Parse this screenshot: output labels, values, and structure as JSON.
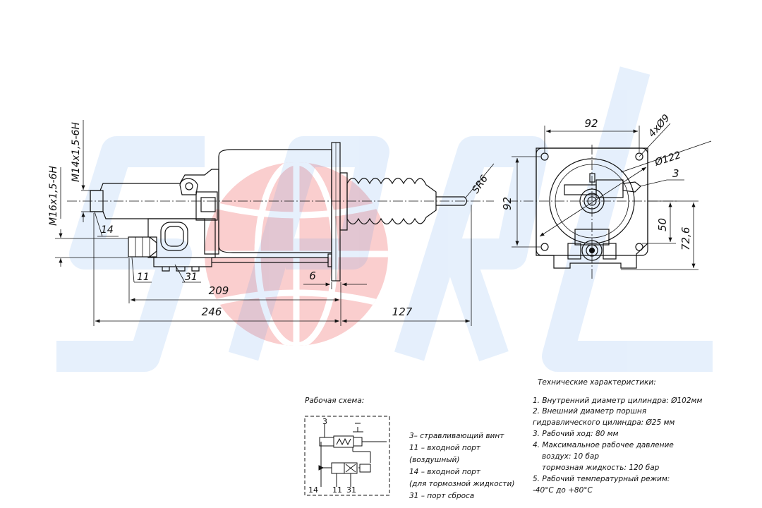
{
  "watermark": {
    "letters": [
      "S",
      "P",
      "R",
      "L"
    ],
    "blue": "#1e78e6",
    "red": "#e83030"
  },
  "side_view": {
    "thread_labels": [
      "M16x1,5-6H",
      "M14x1,5-6H"
    ],
    "port_labels": [
      "14",
      "11",
      "31"
    ],
    "dims": {
      "d209": "209",
      "d246": "246",
      "d127": "127",
      "d6": "6",
      "sr6": "SR6"
    }
  },
  "front_view": {
    "dims": {
      "top92": "92",
      "left92": "92",
      "hole": "4xØ9",
      "dia122": "Ø122",
      "d50": "50",
      "d72": "72,6",
      "port3": "3"
    }
  },
  "schema": {
    "title": "Рабочая схема:",
    "labels": [
      "3",
      "14",
      "11",
      "31"
    ],
    "legend": [
      "3– стравливающий винт",
      "11 – входной порт",
      "(воздушный)",
      "14 – входной порт",
      "(для тормозной жидкости)",
      "31 – порт сброса"
    ]
  },
  "specs": {
    "title": "Технические характеристики:",
    "lines": [
      "1. Внутренний диаметр цилиндра: Ø102мм",
      "2. Внешний диаметр поршня",
      "гидравлического цилиндра: Ø25 мм",
      "3. Рабочий ход: 80 мм",
      "4. Максимальное рабочее давление",
      "воздух: 10 бар",
      "тормозная жидкость: 120 бар",
      "5. Рабочий температурный режим:",
      "-40°С до +80°С"
    ]
  }
}
